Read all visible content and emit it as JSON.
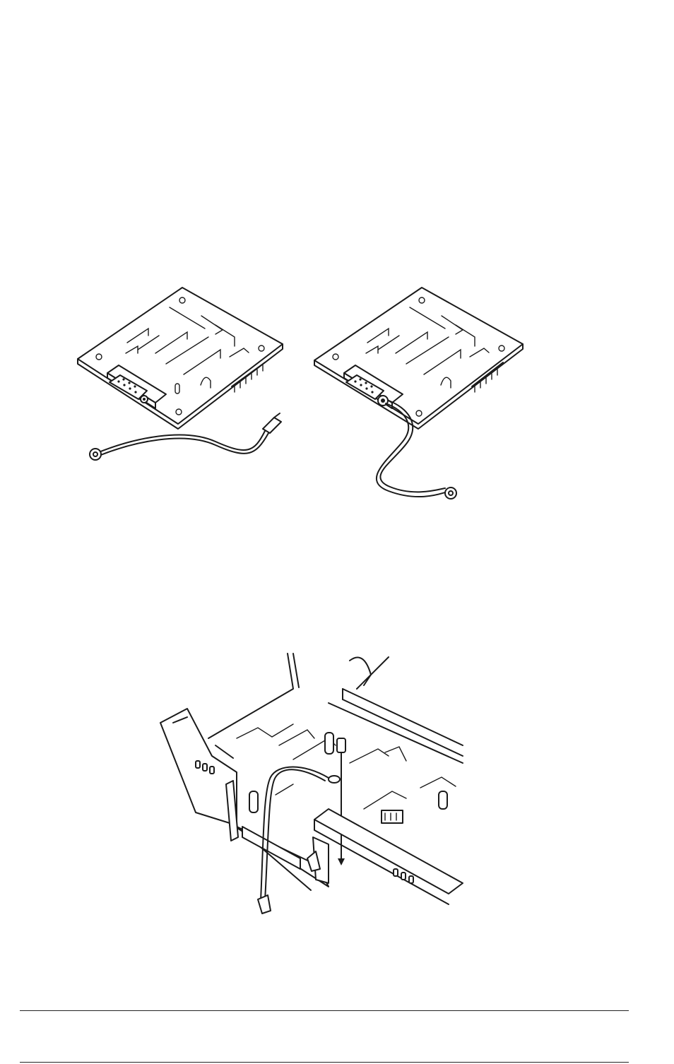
{
  "page": {
    "figures": [
      {
        "id": "board-with-ground-wire",
        "icon": "circuit-board-ground-wire-illustration"
      },
      {
        "id": "install-into-printer",
        "icon": "printer-interface-installation-illustration"
      }
    ]
  }
}
